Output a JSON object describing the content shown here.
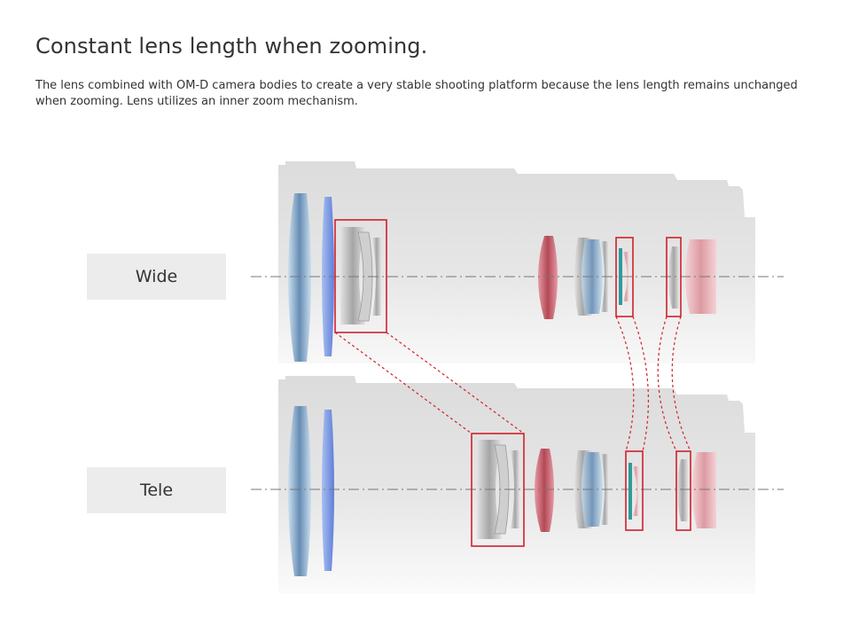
{
  "header": {
    "title": "Constant lens length when zooming.",
    "description": "The lens combined with OM-D camera bodies to create a very stable shooting platform because the lens length remains unchanged when zooming. Lens utilizes an inner zoom mechanism."
  },
  "diagram": {
    "modes": [
      {
        "label": "Wide"
      },
      {
        "label": "Tele"
      }
    ],
    "colors": {
      "barrel": "#dcdcdc",
      "highlight_box": "#d0202a",
      "front_element": "#8fb8d6",
      "front_element_2": "#7f9fe0",
      "red_element": "#c86672",
      "pink_element": "#e8b4ba",
      "teal_element": "#2c9c9c",
      "grey_element": "#bdbdbd",
      "optical_axis": "#777777"
    }
  }
}
